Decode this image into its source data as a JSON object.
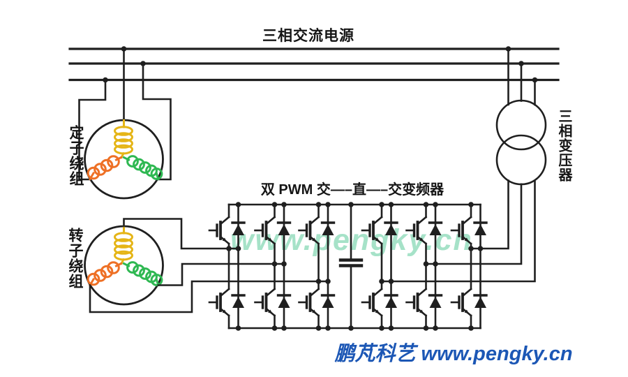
{
  "diagram": {
    "title": "三相交流电源",
    "stator_label": "定子绕组",
    "rotor_label": "转子绕组",
    "converter_label": "双 PWM 交—–直—–交变频器",
    "transformer_label": "三相变压器",
    "watermark": "www.pengky.cn",
    "footer": "鹏芃科艺 www.pengky.cn"
  },
  "colors": {
    "wire": "#1f1f1f",
    "coil_yellow": "#e5b517",
    "coil_orange": "#ee7025",
    "coil_green": "#2fb852",
    "watermark": "#90dcbb",
    "footer": "#1c57b5"
  }
}
